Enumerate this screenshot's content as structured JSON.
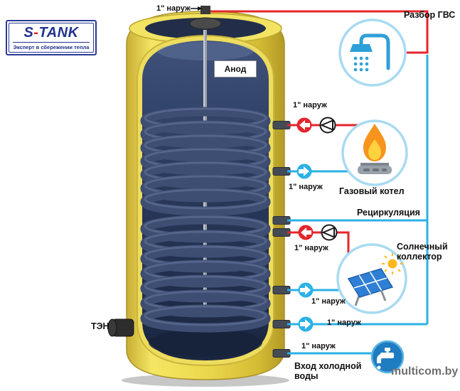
{
  "logo": {
    "brand_s": "S",
    "brand_dash": "-",
    "brand_rest": "TANK",
    "tagline": "Эксперт в сбережении тепла"
  },
  "tank": {
    "anode": "Анод",
    "heater": "ТЭН"
  },
  "ports": {
    "top": "1\" наруж",
    "gas_supply": "1\" наруж",
    "gas_return": "1\" наруж",
    "solar_supply": "1\" наруж",
    "solar_return": "1\" наруж",
    "recirc_bottom": "1\" наруж",
    "cold_inlet": "1\" наруж"
  },
  "endpoints": {
    "dhw": "Разбор ГВС",
    "gas_boiler": "Газовый котел",
    "recirculation": "Рециркуляция",
    "solar_collector": "Солнечный коллектор",
    "cold_water": "Вход холодной воды"
  },
  "watermark": "multicom.by",
  "colors": {
    "hot_line": "#e3262c",
    "cold_line": "#2bb1e6",
    "tank_shell": "#ecd84e",
    "tank_interior": "#243250",
    "logo_blue": "#22338e",
    "logo_red": "#e2231a"
  }
}
